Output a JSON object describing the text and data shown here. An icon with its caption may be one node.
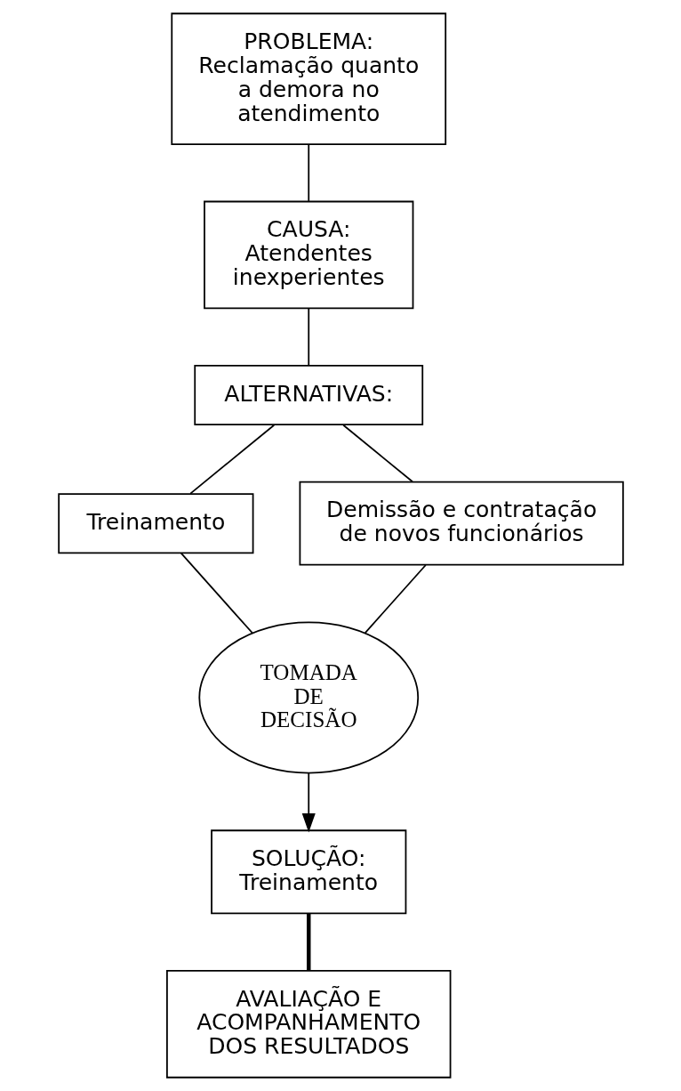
{
  "diagram": {
    "nodes": [
      {
        "text": [
          "PROBLEMA:",
          "Reclamação quanto a demora no atendimento"
        ]
      },
      {
        "text": [
          "CAUSA:",
          "Atendentes inexperientes"
        ]
      },
      {
        "text": [
          "ALTERNATIVAS:"
        ]
      },
      {
        "text": [
          "Treinamento"
        ]
      },
      {
        "text": [
          "Demissão e contratação de novos funcionários"
        ]
      },
      {
        "text": [
          "TOMADA DE DECISÃO"
        ]
      },
      {
        "text": [
          "SOLUÇÃO:",
          "Treinamento"
        ]
      },
      {
        "text": [
          "AVALIAÇÃO E ACOMPANHAMENTO DOS RESULTADOS"
        ]
      }
    ],
    "edges": [
      {
        "from": 0,
        "to": 1,
        "arrow": "none"
      },
      {
        "from": 1,
        "to": 2,
        "arrow": "none"
      },
      {
        "from": 2,
        "to": 3,
        "arrow": "none"
      },
      {
        "from": 2,
        "to": 4,
        "arrow": "none"
      },
      {
        "from": 3,
        "to": 5,
        "arrow": "none"
      },
      {
        "from": 4,
        "to": 5,
        "arrow": "none"
      },
      {
        "from": 5,
        "to": 6,
        "arrow": "to"
      },
      {
        "from": 6,
        "to": 7,
        "arrow": "none",
        "style": "thick"
      }
    ]
  }
}
